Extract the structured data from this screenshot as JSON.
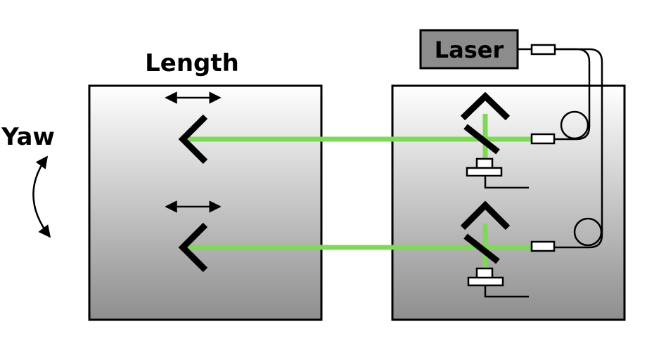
{
  "labels": {
    "length": "Length",
    "yaw": "Yaw",
    "laser": "Laser"
  },
  "colors": {
    "beam": "#7ED957",
    "outline": "#000000",
    "laser_box": "#8c8c8c",
    "panel_top": "#ffffff",
    "panel_bottom": "#8e8e8e"
  }
}
